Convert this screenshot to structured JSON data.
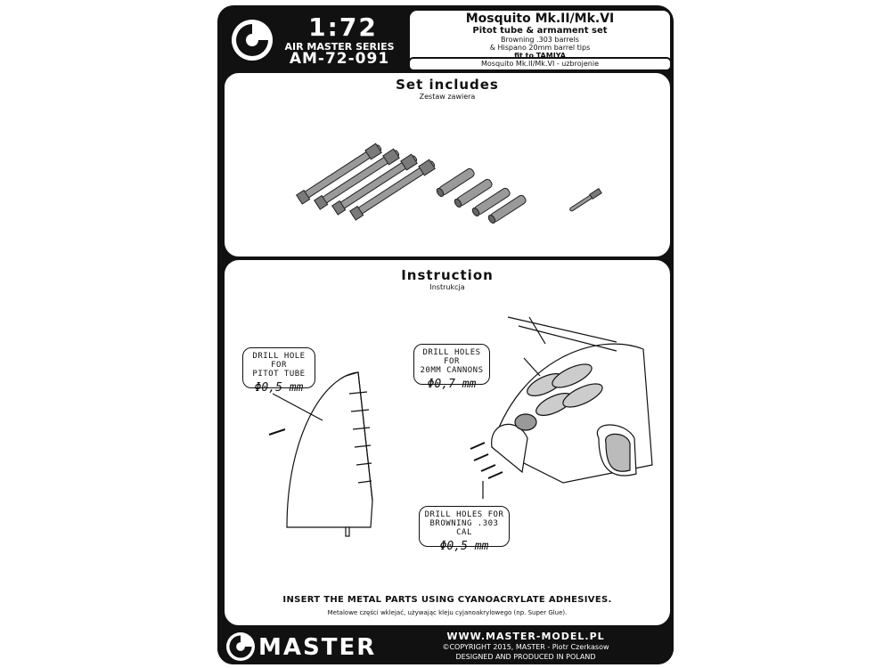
{
  "header": {
    "scale": "1:72",
    "series": "AIR MASTER SERIES",
    "code": "AM-72-091",
    "title": "Mosquito Mk.II/Mk.VI",
    "subtitle": "Pitot tube & armament set",
    "line3": "Browning .303 barrels",
    "line4": "& Hispano 20mm barrel tips",
    "line5": "fit to TAMIYA",
    "polish": "Mosquito Mk.II/Mk.VI - uzbrojenie"
  },
  "set": {
    "title": "Set includes",
    "subtitle": "Zestaw zawiera"
  },
  "instruction": {
    "title": "Instruction",
    "subtitle": "Instrukcja",
    "callout_pitot": {
      "line1": "DRILL HOLE FOR",
      "line2": "PITOT TUBE",
      "size": "Φ0,5 mm"
    },
    "callout_cannons": {
      "line1": "DRILL HOLES FOR",
      "line2": "20MM CANNONS",
      "size": "Φ0,7 mm"
    },
    "callout_browning": {
      "line1": "DRILL HOLES FOR",
      "line2": "BROWNING .303 CAL",
      "size": "Φ0,5 mm"
    },
    "note_en": "INSERT THE METAL PARTS USING CYANOACRYLATE ADHESIVES.",
    "note_pl": "Metalowe części wklejać, używając kleju cyjanoakrylowego (np. Super Glue)."
  },
  "footer": {
    "brand": "MASTER",
    "url": "WWW.MASTER-MODEL.PL",
    "copyright": "©COPYRIGHT 2015, MASTER - Piotr Czerkasow",
    "made": "DESIGNED AND PRODUCED IN POLAND"
  }
}
